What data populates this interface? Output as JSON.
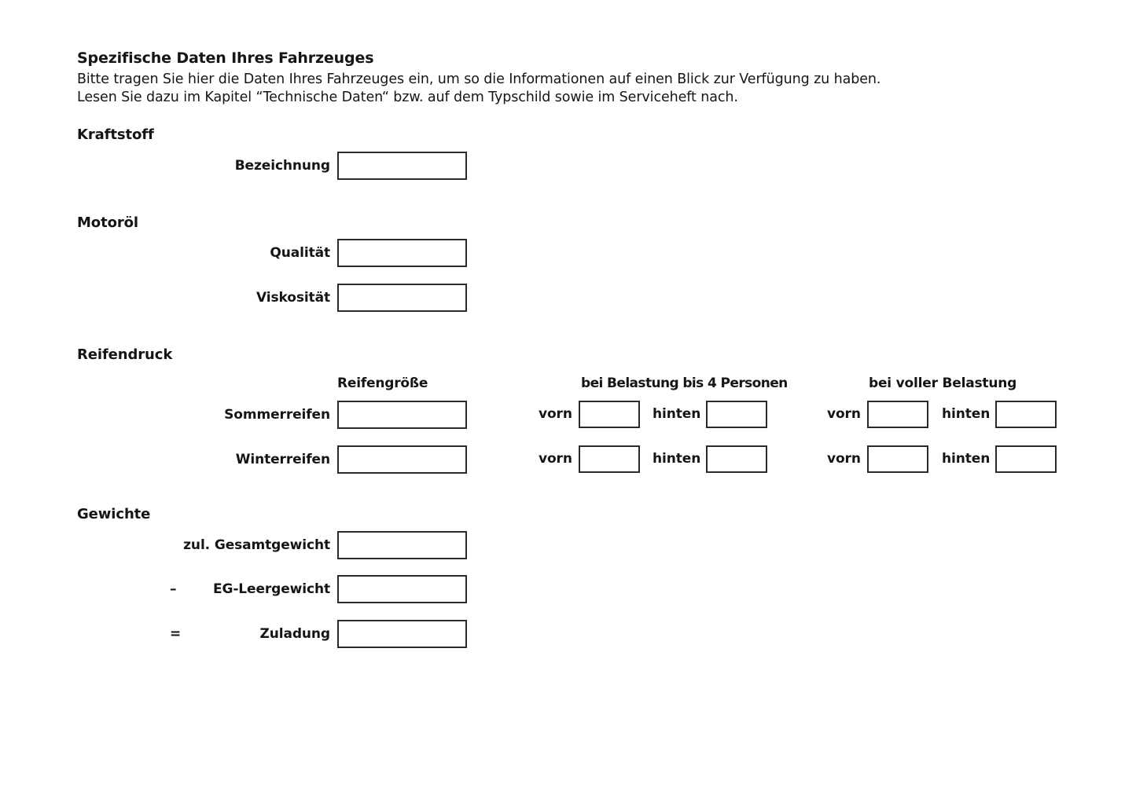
{
  "document": {
    "title": "Spezifische Daten Ihres Fahrzeuges",
    "intro_line_1": "Bitte tragen Sie hier die Daten Ihres Fahrzeuges ein, um so die Informationen auf einen Blick zur Verfügung zu haben.",
    "intro_line_2": "Lesen Sie dazu im Kapitel “Technische Daten“ bzw. auf dem Typschild sowie im Serviceheft nach."
  },
  "sections": {
    "kraftstoff": {
      "heading": "Kraftstoff",
      "fields": [
        {
          "label": "Bezeichnung",
          "value": ""
        }
      ]
    },
    "motoroel": {
      "heading": "Motoröl",
      "fields": [
        {
          "label": "Qualität",
          "value": ""
        },
        {
          "label": "Viskosität",
          "value": ""
        }
      ]
    },
    "reifendruck": {
      "heading": "Reifendruck",
      "column_headers": {
        "size": "Reifengröße",
        "load_4_persons": "bei Belastung bis 4 Personen",
        "full_load": "bei voller Belastung"
      },
      "axle_labels": {
        "front": "vorn",
        "rear": "hinten"
      },
      "rows": [
        {
          "label": "Sommerreifen",
          "size": "",
          "load_4_persons": {
            "front": "",
            "rear": ""
          },
          "full_load": {
            "front": "",
            "rear": ""
          }
        },
        {
          "label": "Winterreifen",
          "size": "",
          "load_4_persons": {
            "front": "",
            "rear": ""
          },
          "full_load": {
            "front": "",
            "rear": ""
          }
        }
      ]
    },
    "gewichte": {
      "heading": "Gewichte",
      "rows": [
        {
          "operator": "",
          "label": "zul. Gesamtgewicht",
          "value": ""
        },
        {
          "operator": "–",
          "label": "EG-Leergewicht",
          "value": ""
        },
        {
          "operator": "=",
          "label": "Zuladung",
          "value": ""
        }
      ]
    }
  },
  "colors": {
    "page_background": "#ffffff",
    "text": "#151515",
    "box_border": "#2a2a2a"
  }
}
